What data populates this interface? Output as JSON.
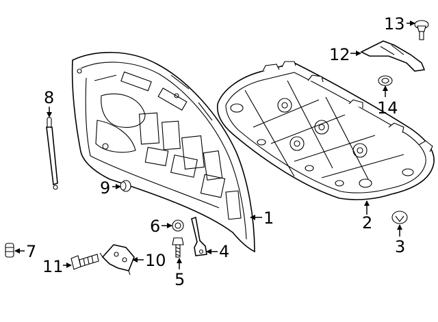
{
  "diagram": {
    "labels": {
      "hood": "1",
      "insulator": "2",
      "retainer_clip": "3",
      "hinge_bracket": "4",
      "hinge_bolt": "5",
      "hinge_nut": "6",
      "bumper": "7",
      "support_strut": "8",
      "stop_bumper": "9",
      "latch_bracket": "10",
      "latch_bolt": "11",
      "seal_bracket": "12",
      "bracket_bolt": "13",
      "grommet": "14"
    }
  }
}
